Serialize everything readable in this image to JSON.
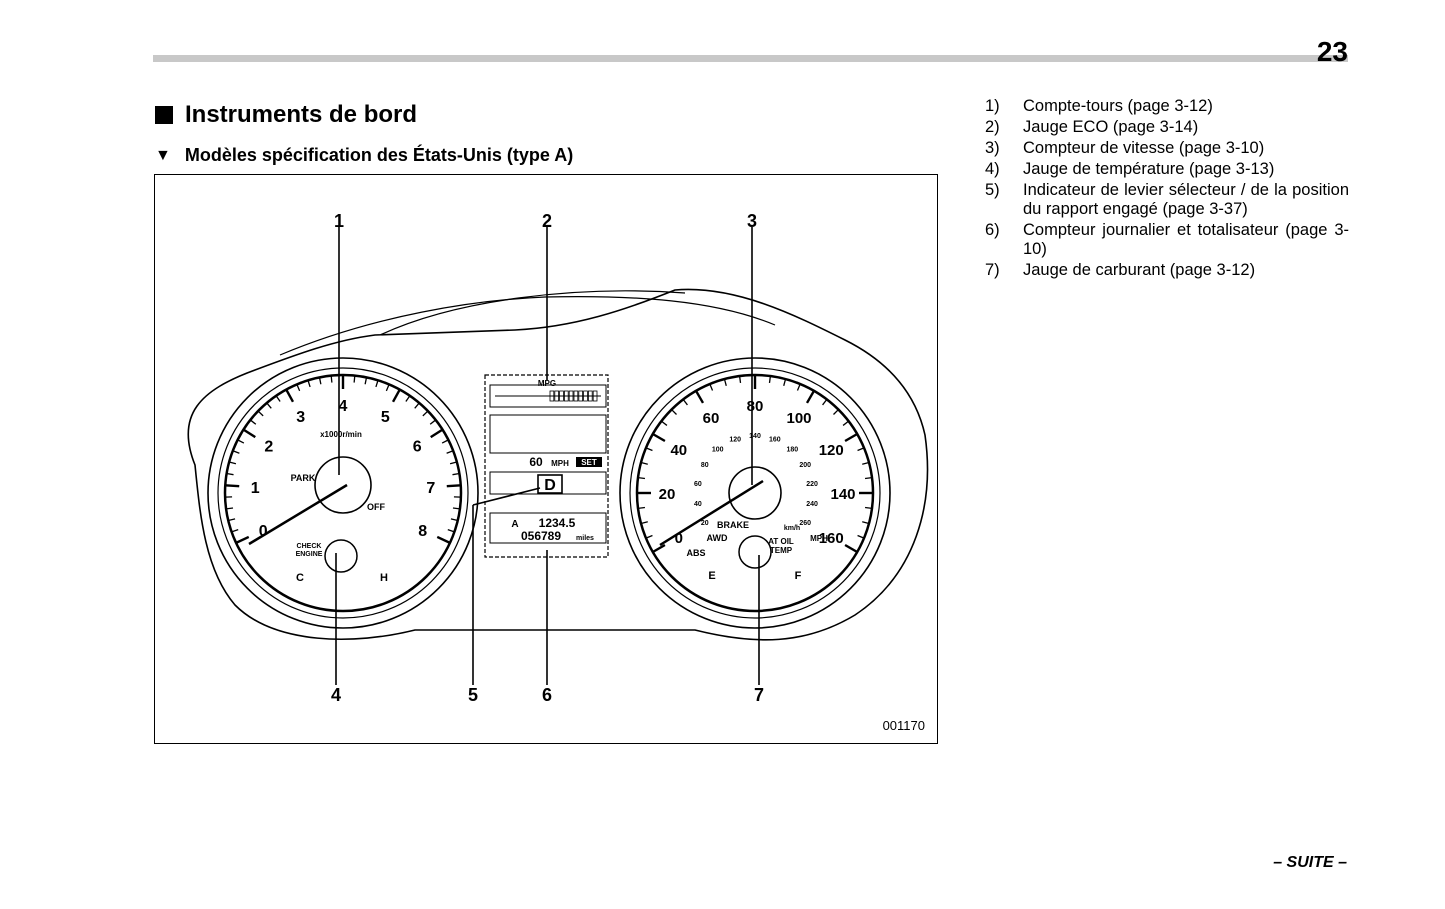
{
  "page": {
    "number": "23",
    "continue_label": "– SUITE –"
  },
  "section": {
    "title": "Instruments de bord",
    "subtitle": "Modèles spécification des États-Unis (type A)"
  },
  "figure": {
    "code": "001170",
    "callouts": [
      "1",
      "2",
      "3",
      "4",
      "5",
      "6",
      "7"
    ],
    "tachometer": {
      "numbers": [
        "0",
        "1",
        "2",
        "3",
        "4",
        "5",
        "6",
        "7",
        "8"
      ],
      "unit_label": "x1000r/min",
      "park_label": "PARK",
      "check_engine_label": [
        "CHECK",
        "ENGINE"
      ],
      "temp_cold": "C",
      "temp_hot": "H",
      "off_label": "OFF"
    },
    "center_display": {
      "eco_label": "MPG",
      "cruise_speed": "60",
      "cruise_unit": "MPH",
      "cruise_set": "SET",
      "gear": "D",
      "trip_letter": "A",
      "trip_value": "1234.5",
      "odometer_value": "056789",
      "odometer_unit": "miles"
    },
    "speedometer": {
      "mph_numbers": [
        "0",
        "20",
        "40",
        "60",
        "80",
        "100",
        "120",
        "140",
        "160"
      ],
      "kmh_numbers": [
        "20",
        "40",
        "60",
        "80",
        "100",
        "120",
        "140",
        "160",
        "180",
        "200",
        "220",
        "240",
        "260"
      ],
      "mph_unit": "MPH",
      "kmh_unit": "km/h",
      "brake_label": "BRAKE",
      "awd_label": "AWD",
      "abs_label": "ABS",
      "at_oil_label": [
        "AT OIL",
        "TEMP"
      ],
      "fuel_empty": "E",
      "fuel_full": "F"
    }
  },
  "legend": [
    {
      "num": "1)",
      "text": "Compte-tours (page 3-12)"
    },
    {
      "num": "2)",
      "text": "Jauge ECO (page 3-14)"
    },
    {
      "num": "3)",
      "text": "Compteur de vitesse (page 3-10)"
    },
    {
      "num": "4)",
      "text": "Jauge de température (page 3-13)"
    },
    {
      "num": "5)",
      "text": "Indicateur de levier sélecteur / de la position du rapport engagé (page 3-37)"
    },
    {
      "num": "6)",
      "text": "Compteur journalier et totalisateur (page 3-10)"
    },
    {
      "num": "7)",
      "text": "Jauge de carburant (page 3-12)"
    }
  ]
}
